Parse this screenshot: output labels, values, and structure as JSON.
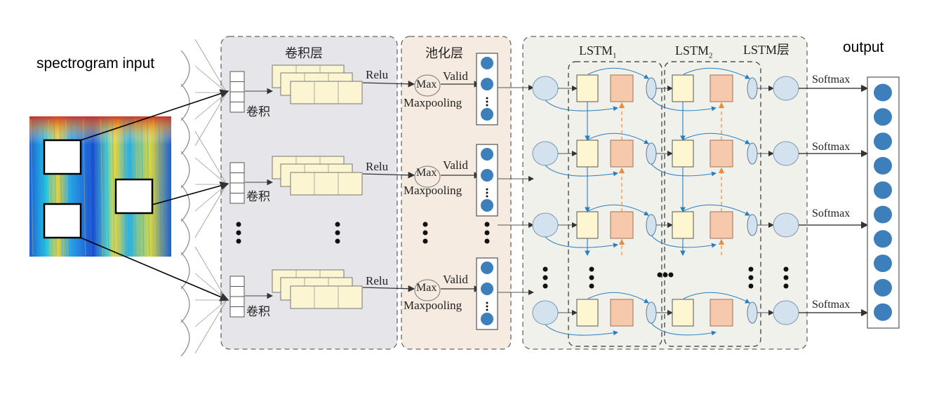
{
  "input_label": "spectrogram input",
  "output_label": "output",
  "conv_section": {
    "title": "卷积层",
    "conv_label": "卷积",
    "activation": "Relu"
  },
  "pool_section": {
    "title": "池化层",
    "max_label": "Max",
    "valid_label": "Valid",
    "pooling_label": "Maxpooling"
  },
  "lstm_section": {
    "title": "LSTM层",
    "lstm1": {
      "name": "LSTM",
      "sub": "1"
    },
    "lstm2": {
      "name": "LSTM",
      "sub": "2"
    }
  },
  "softmax_label": "Softmax",
  "colors": {
    "conv_bg": "#e6e6ea",
    "pool_bg": "#f5ebe1",
    "lstm_bg": "#f1f1ec",
    "feature_map": "#fbf5d2",
    "lstm_cell_yellow": "#fdf6d0",
    "lstm_cell_orange": "#f7c9ac",
    "node_blue": "#3d7fba",
    "lstm_node": "#d3e2ee",
    "arrow_blue": "#2a7ec0",
    "arrow_orange": "#ec8b3e"
  }
}
